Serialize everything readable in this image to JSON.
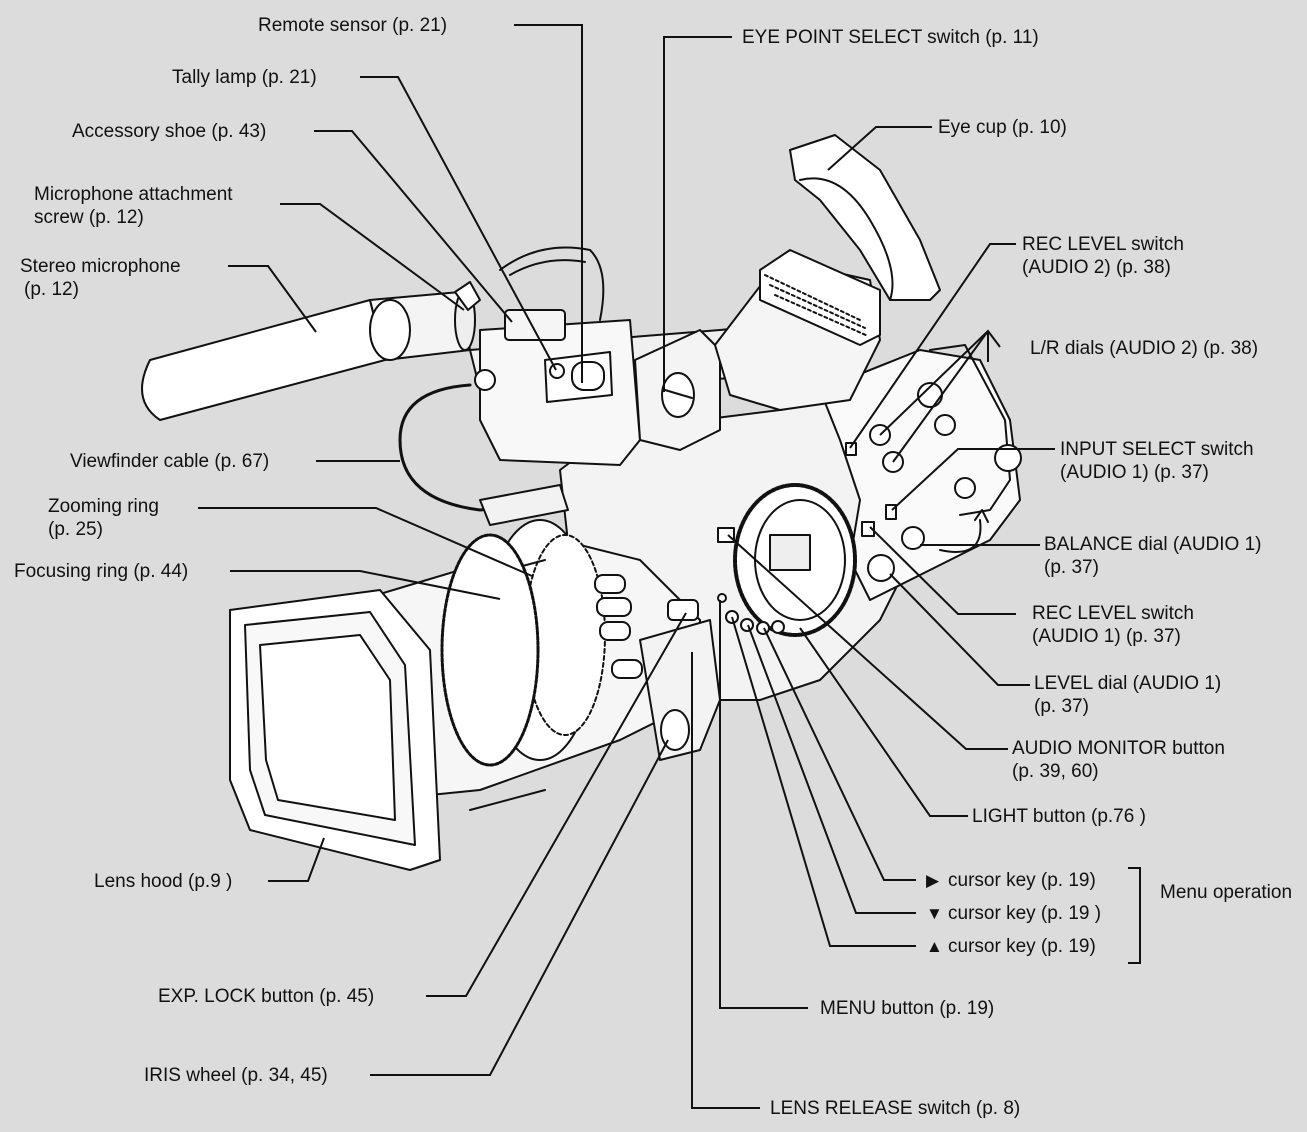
{
  "labels": {
    "remote_sensor": "Remote sensor (p. 21)",
    "tally_lamp": "Tally lamp (p. 21)",
    "accessory_shoe": "Accessory shoe (p. 43)",
    "mic_screw_1": "Microphone attachment",
    "mic_screw_2": "screw (p. 12)",
    "stereo_mic_1": "Stereo microphone",
    "stereo_mic_2": "(p. 12)",
    "viewfinder_cable": "Viewfinder cable (p. 67)",
    "zooming_ring_1": "Zooming ring",
    "zooming_ring_2": "(p. 25)",
    "focusing_ring": "Focusing ring (p. 44)",
    "lens_hood": "Lens hood (p.9 )",
    "exp_lock": "EXP. LOCK button (p. 45)",
    "iris_wheel": "IRIS wheel (p. 34, 45)",
    "lens_release": "LENS RELEASE switch (p. 8)",
    "menu_button": "MENU button (p. 19)",
    "eye_point": "EYE POINT SELECT switch (p. 11)",
    "eye_cup": "Eye cup (p. 10)",
    "rec_level_a2_1": "REC LEVEL switch",
    "rec_level_a2_2": "(AUDIO 2) (p. 38)",
    "lr_dials": "L/R dials (AUDIO 2) (p. 38)",
    "input_select_1": "INPUT SELECT switch",
    "input_select_2": "(AUDIO 1) (p. 37)",
    "balance_1": "BALANCE dial (AUDIO 1)",
    "balance_2": "(p. 37)",
    "rec_level_a1_1": "REC LEVEL switch",
    "rec_level_a1_2": "(AUDIO 1) (p. 37)",
    "level_dial_1": "LEVEL dial (AUDIO 1)",
    "level_dial_2": "(p. 37)",
    "audio_monitor_1": "AUDIO MONITOR button",
    "audio_monitor_2": "(p. 39, 60)",
    "light_button": "LIGHT button (p.76 )",
    "cursor_right": "cursor key (p. 19)",
    "cursor_down": "cursor key (p. 19 )",
    "cursor_up": "cursor key (p. 19)",
    "menu_op_1": "Menu",
    "menu_op_2": "operation"
  },
  "symbols": {
    "right": "▶",
    "down": "▼",
    "up": "▲"
  }
}
